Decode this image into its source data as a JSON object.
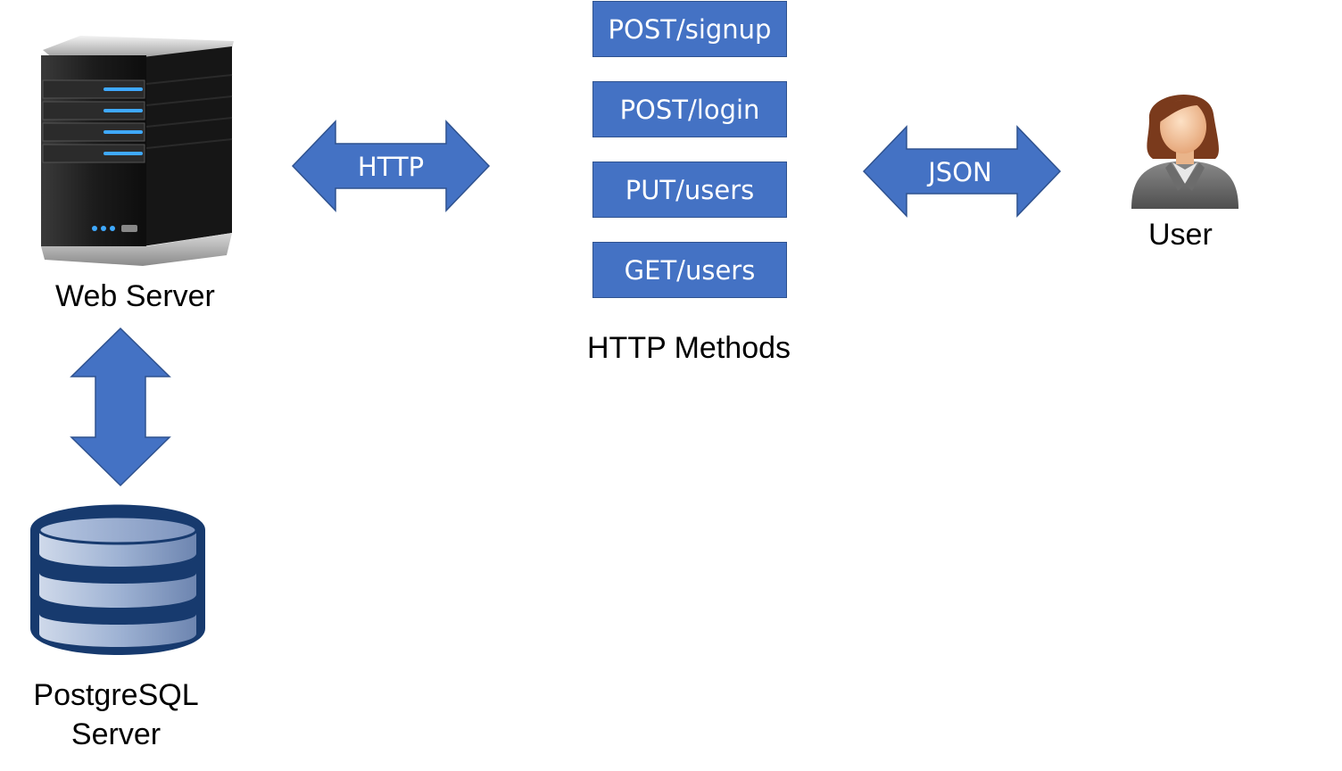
{
  "web_server": {
    "label": "Web Server",
    "icon": "server-icon"
  },
  "database": {
    "label_line1": "PostgreSQL",
    "label_line2": "Server",
    "icon": "database-icon"
  },
  "user": {
    "label": "User",
    "icon": "user-avatar-icon"
  },
  "http_arrow": {
    "label": "HTTP"
  },
  "json_arrow": {
    "label": "JSON"
  },
  "methods": {
    "title": "HTTP Methods",
    "items": [
      "POST/signup",
      "POST/login",
      "PUT/users",
      "GET/users"
    ]
  },
  "colors": {
    "arrow_fill": "#4472c4",
    "arrow_stroke": "#2f528f",
    "box_fill": "#4472c4",
    "db_blue": "#1f3d7a"
  }
}
